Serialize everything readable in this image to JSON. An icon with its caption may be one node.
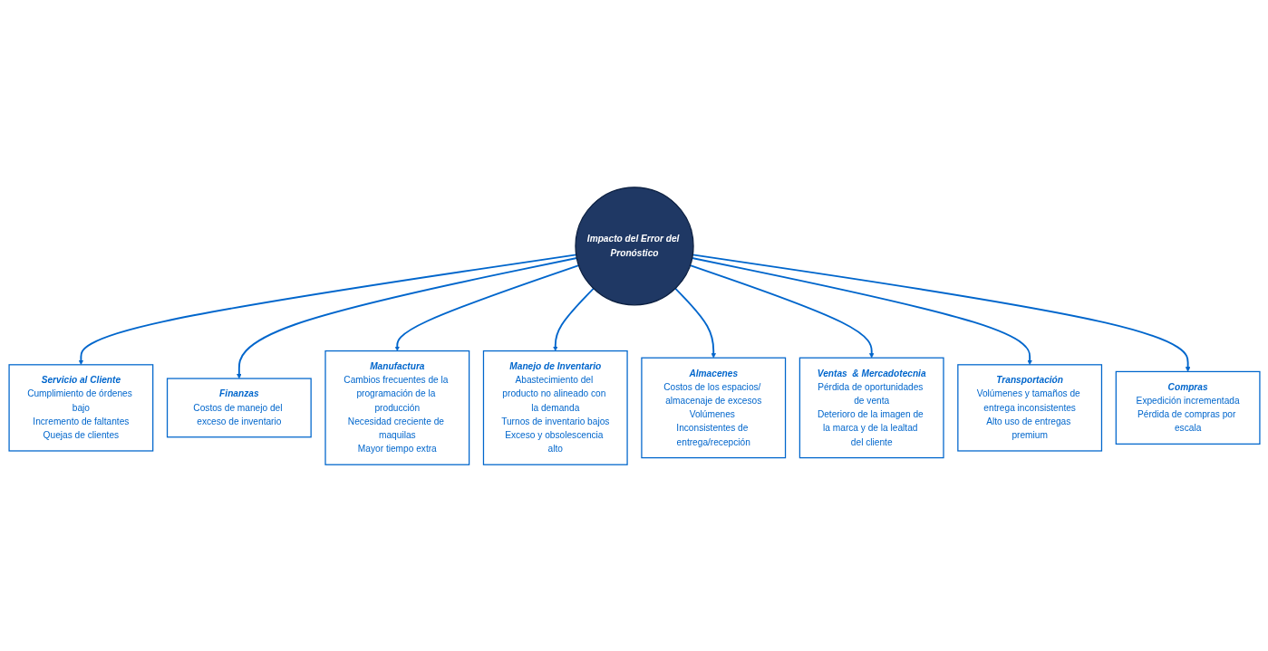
{
  "diagram": {
    "nodes": [
      {
        "text": [
          "Impacto del Error del Pronóstico"
        ]
      },
      {
        "text": [
          "Servicio al Cliente",
          "Cumplimiento de órdenes bajo",
          "Incremento de faltantes",
          "Quejas de clientes"
        ]
      },
      {
        "text": [
          "Finanzas",
          "Costos de manejo del exceso de inventario"
        ]
      },
      {
        "text": [
          "Manufactura",
          "Cambios frecuentes de la programación de la producción",
          "Necesidad creciente de maquilas",
          "Mayor tiempo extra"
        ]
      },
      {
        "text": [
          "Manejo de Inventario",
          "Abastecimiento del producto no alineado con la demanda",
          "Turnos de inventario bajos",
          "Exceso y obsolescencia alto"
        ]
      },
      {
        "text": [
          "Almacenes",
          "Costos de los espacios/ almacenaje de excesos",
          "Volúmenes Inconsistentes de entrega/recepción"
        ]
      },
      {
        "text": [
          "Ventas  & Mercadotecnia",
          "Pérdida de oportunidades de venta",
          "Deterioro de la imagen de la marca y de la lealtad del cliente"
        ]
      },
      {
        "text": [
          "Transportación",
          "Volúmenes y tamaños de entrega inconsistentes",
          "Alto uso de entregas premium"
        ]
      },
      {
        "text": [
          "Compras",
          "Expedición incrementada",
          "Pérdida de compras por escala"
        ]
      }
    ],
    "edges": [
      {
        "from": 0,
        "to": 1,
        "arrow": "to"
      },
      {
        "from": 0,
        "to": 2,
        "arrow": "to"
      },
      {
        "from": 0,
        "to": 3,
        "arrow": "to"
      },
      {
        "from": 0,
        "to": 4,
        "arrow": "to"
      },
      {
        "from": 0,
        "to": 5,
        "arrow": "to"
      },
      {
        "from": 0,
        "to": 6,
        "arrow": "to"
      },
      {
        "from": 0,
        "to": 7,
        "arrow": "to"
      },
      {
        "from": 0,
        "to": 8,
        "arrow": "to"
      }
    ]
  }
}
